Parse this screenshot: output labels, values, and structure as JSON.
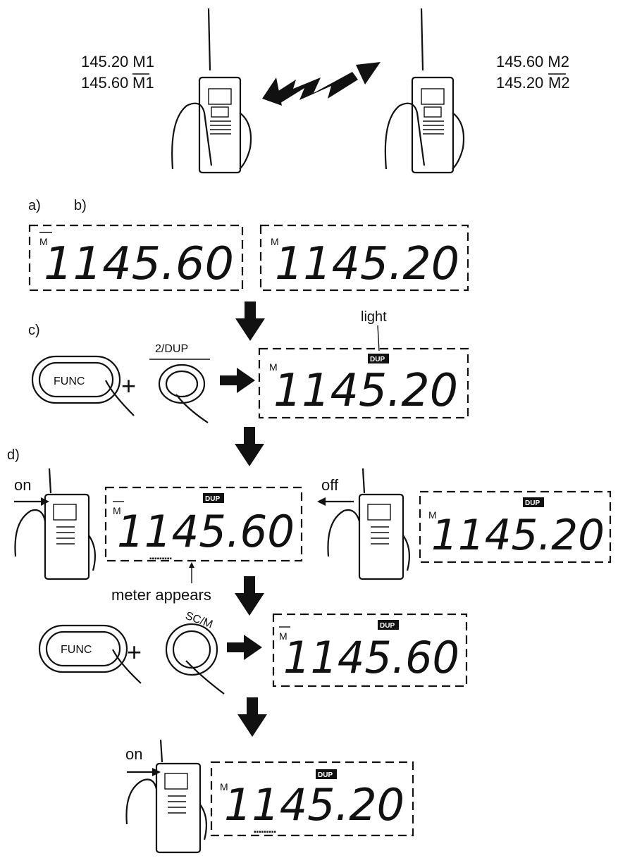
{
  "top": {
    "left_line1": "145.20 M1",
    "left_line2_value": "145.60",
    "left_line2_mem": "M1",
    "right_line1": "145.60 M2",
    "right_line2_value": "145.20",
    "right_line2_mem": "M2"
  },
  "labels": {
    "a": "a)",
    "b": "b)",
    "c": "c)",
    "d": "d)",
    "light": "light",
    "dup_key": "2/DUP",
    "func": "FUNC",
    "scm_key": "SC/M",
    "on": "on",
    "off": "off",
    "meter": "meter appears",
    "dup": "DUP",
    "m": "M"
  },
  "displays": {
    "a_freq": "1145.60",
    "b_freq": "1145.20",
    "c_freq": "1145.20",
    "d1_freq": "1145.60",
    "d2_freq": "1145.20",
    "e_freq": "1145.60",
    "f_freq": "1145.20",
    "meter_bars": "▪▪▪▪▪▪▪▪▪"
  }
}
